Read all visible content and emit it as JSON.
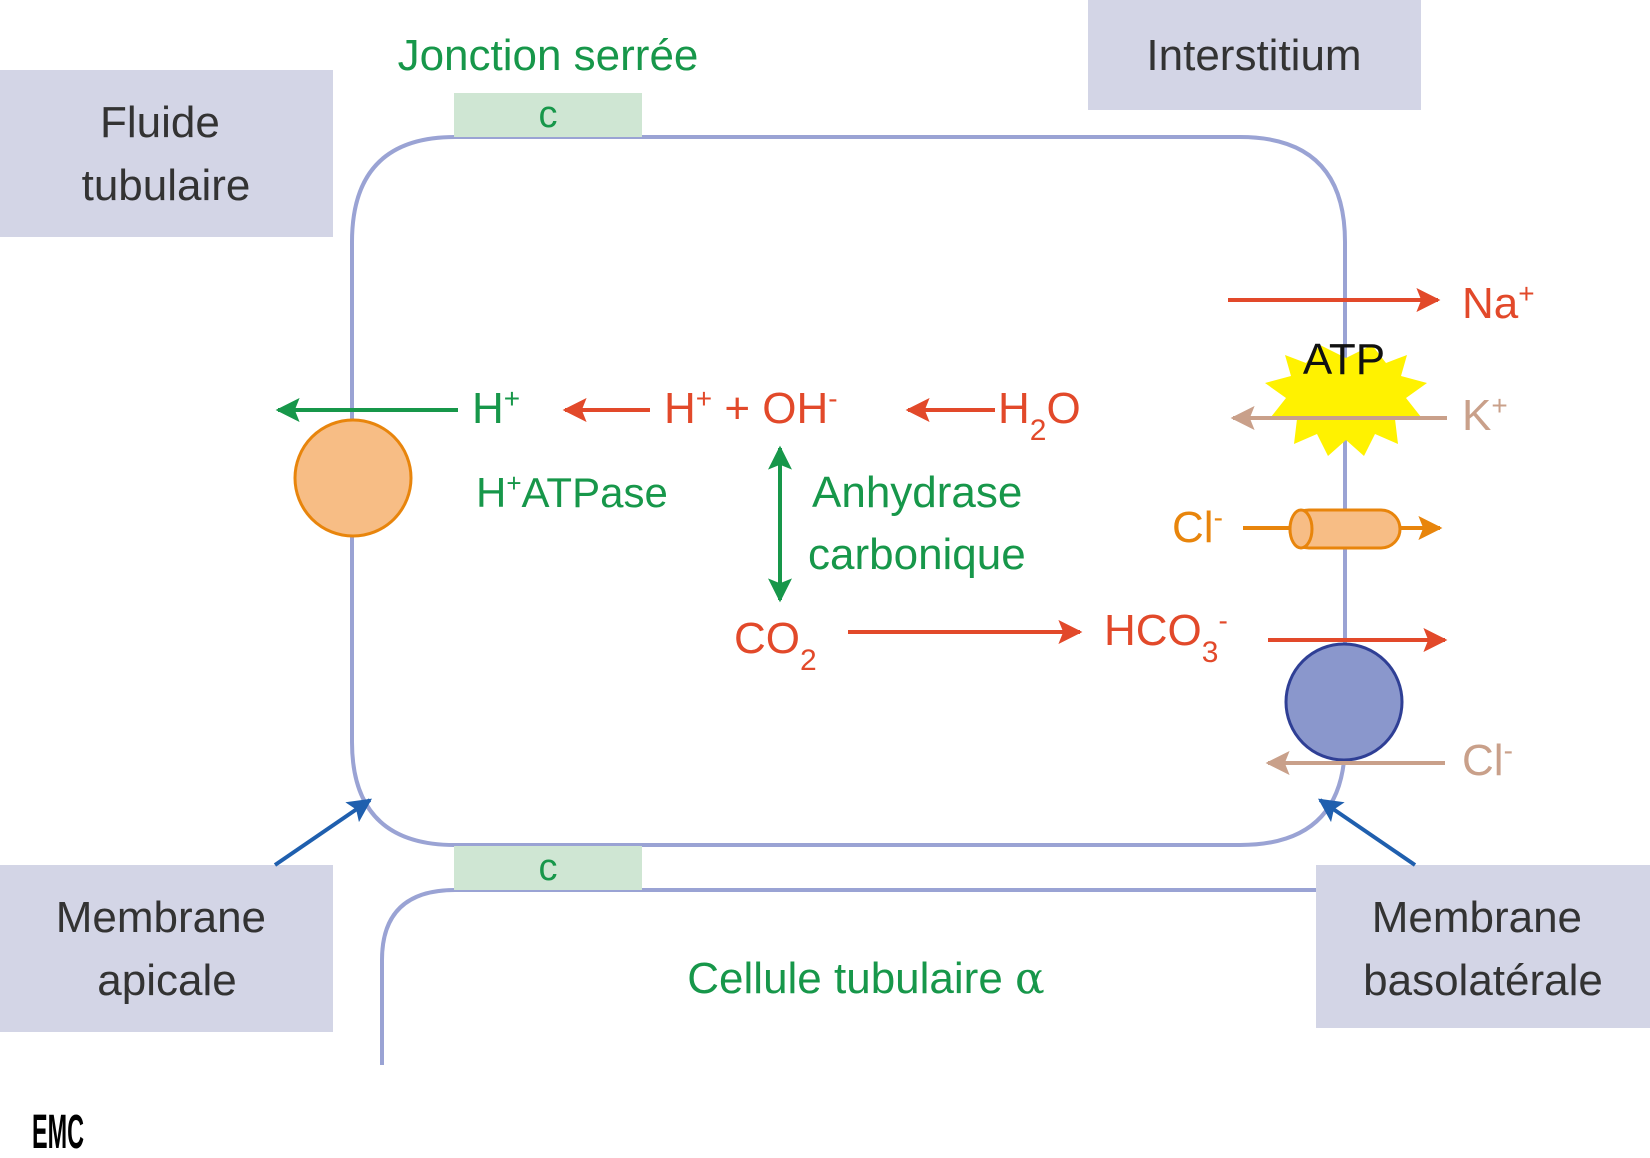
{
  "labels": {
    "jonction": "Jonction serrée",
    "interstitium": "Interstitium",
    "fluide_l1": "Fluide",
    "fluide_l2": "tubulaire",
    "junction_letter_top": "c",
    "junction_letter_bottom": "c",
    "h_plus": "H",
    "plus": "+",
    "minus": "-",
    "h_oh_h": "H",
    "h_oh_mid": " + OH",
    "h2o_h": "H",
    "h2o_2": "2",
    "h2o_o": "O",
    "atpase_h": "H",
    "atpase_rest": "ATPase",
    "anhydrase_l1": "Anhydrase",
    "anhydrase_l2": "carbonique",
    "co2_co": "CO",
    "co2_2": "2",
    "hco3_hco": "HCO",
    "hco3_3": "3",
    "na": "Na",
    "k": "K",
    "atp": "ATP",
    "cl_left": "Cl",
    "cl_right": "Cl",
    "membrane_apicale_l1": "Membrane",
    "membrane_apicale_l2": "apicale",
    "membrane_baso_l1": "Membrane",
    "membrane_baso_l2": "basolatérale",
    "cellule_text": "Cellule tubulaire ",
    "cellule_alpha": "α",
    "logo": "EMC"
  },
  "colors": {
    "membrane": "#9aa3d4",
    "label_box": "#d3d5e6",
    "junction": "#cfe6d3",
    "green": "#17974a",
    "red": "#e2492a",
    "orange": "#e8850c",
    "tan": "#c9a08a",
    "pump_fill": "#f7bd85",
    "exchanger_fill": "#8a97cc",
    "atp_burst": "#fff200",
    "pointer": "#1f5fae"
  }
}
